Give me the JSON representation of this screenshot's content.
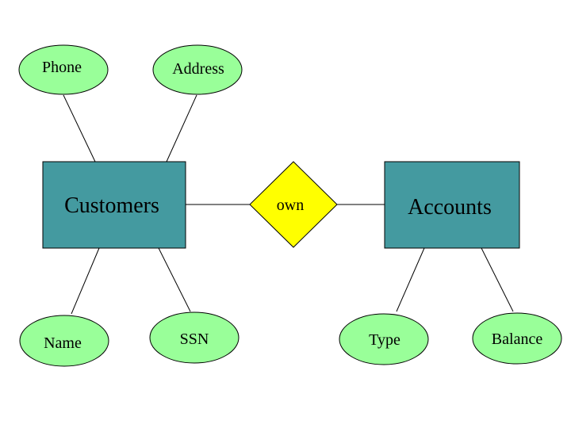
{
  "colors": {
    "attribute_fill": "#99ff99",
    "entity_fill": "#449aa0",
    "relationship_fill": "#ffff00",
    "stroke": "#000000",
    "background": "#ffffff"
  },
  "entities": {
    "customers": "Customers",
    "accounts": "Accounts"
  },
  "relationship": {
    "own": "own"
  },
  "attributes": {
    "phone": "Phone",
    "address": "Address",
    "name": "Name",
    "ssn": "SSN",
    "type": "Type",
    "balance": "Balance"
  }
}
